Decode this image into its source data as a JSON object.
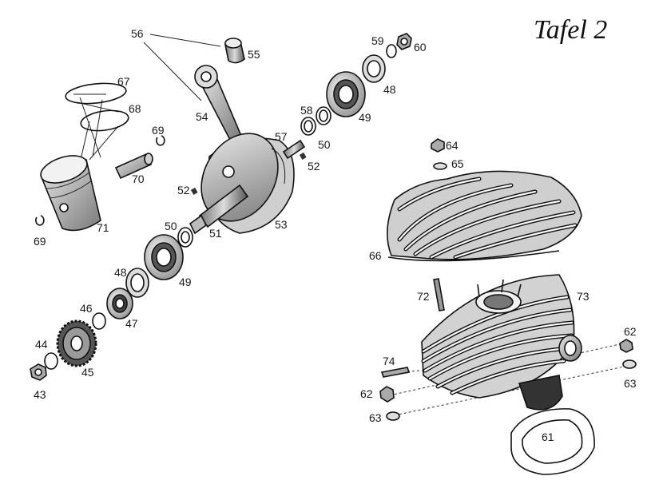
{
  "title": "Tafel 2",
  "labels": {
    "l56": "56",
    "l55": "55",
    "l59": "59",
    "l60": "60",
    "l48a": "48",
    "l67": "67",
    "l68": "68",
    "l69a": "69",
    "l70": "70",
    "l54": "54",
    "l58": "58",
    "l49a": "49",
    "l57": "57",
    "l50a": "50",
    "l52a": "52",
    "l52b": "52",
    "l53": "53",
    "l50b": "50",
    "l51": "51",
    "l71": "71",
    "l69b": "69",
    "l64": "64",
    "l65": "65",
    "l66": "66",
    "l48b": "48",
    "l49b": "49",
    "l46": "46",
    "l47": "47",
    "l44": "44",
    "l45": "45",
    "l43": "43",
    "l72": "72",
    "l73": "73",
    "l62a": "62",
    "l63a": "63",
    "l74": "74",
    "l62b": "62",
    "l63b": "63",
    "l61": "61"
  }
}
